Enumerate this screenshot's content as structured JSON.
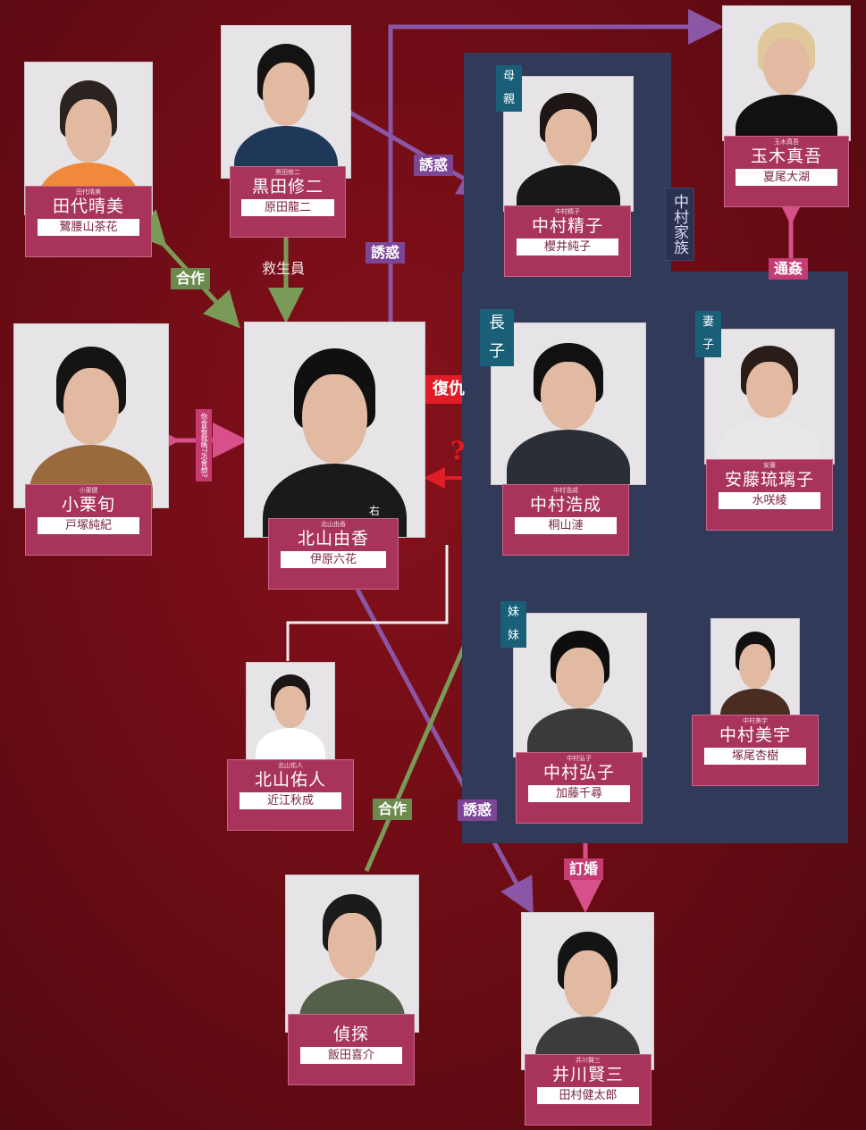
{
  "colors": {
    "background": "#6e0c15",
    "panel": "#313a58",
    "card_label": "#a8345c",
    "purple": "#8b56a6",
    "green": "#7a9a58",
    "pink": "#d8508a",
    "red": "#e01c26",
    "white_line": "#f0f0f0"
  },
  "family_label": "中村家族",
  "people": {
    "tashiro": {
      "small": "田代晴美",
      "name": "田代晴美",
      "actor": "鷺腰山茶花"
    },
    "kuroda": {
      "small": "黒田修二",
      "name": "黒田修二",
      "actor": "原田龍二"
    },
    "seiko": {
      "small": "中村精子",
      "name": "中村精子",
      "actor": "櫻井純子",
      "role": "母親"
    },
    "tamaki": {
      "small": "玉木真吾",
      "name": "玉木真吾",
      "actor": "夏尾大湖"
    },
    "oguri": {
      "small": "小栗健",
      "name": "小栗旬",
      "actor": "戸塚純紀"
    },
    "yuka": {
      "small": "北山由香",
      "name": "北山由香",
      "actor": "伊原六花",
      "marker": "右"
    },
    "kosei": {
      "small": "中村浩成",
      "name": "中村浩成",
      "actor": "桐山漣",
      "role": "長子"
    },
    "ruriko": {
      "small": "安藤",
      "name": "安藤琉璃子",
      "actor": "水咲綾",
      "role": "妻子"
    },
    "hiroko": {
      "small": "中村弘子",
      "name": "中村弘子",
      "actor": "加藤千尋",
      "role": "妹妹"
    },
    "miu": {
      "small": "中村美宇",
      "name": "中村美宇",
      "actor": "塚尾杏樹"
    },
    "yuto": {
      "small": "北山佑人",
      "name": "北山佑人",
      "actor": "近江秋成"
    },
    "detective": {
      "small": "",
      "name": "偵探",
      "actor": "飯田喜介"
    },
    "ikawa": {
      "small": "井川賢三",
      "name": "井川賢三",
      "actor": "田村健太郎"
    }
  },
  "relations": {
    "seduce_kuroda": "誘惑",
    "seduce_yuka_tamaki": "誘惑",
    "seduce_yuka_ikawa": "誘惑",
    "cooperate_tashiro": "合作",
    "cooperate_detective": "合作",
    "lifesaver": "救生員",
    "oguri_vertical": "你會看我嗎?怎會想?",
    "revenge": "復仇",
    "question": "?",
    "affair": "通姦",
    "engaged": "訂婚"
  }
}
